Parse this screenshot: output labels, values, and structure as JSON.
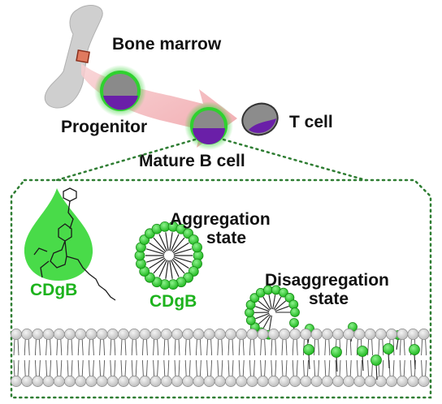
{
  "labels": {
    "bone_marrow": "Bone marrow",
    "progenitor": "Progenitor",
    "mature_b_cell": "Mature B cell",
    "t_cell": "T cell",
    "aggregation_line1": "Aggregation",
    "aggregation_line2": "state",
    "disaggregation_line1": "Disaggregation",
    "disaggregation_line2": "state",
    "cdgb_drop": "CDgB",
    "cdgb_micelle": "CDgB"
  },
  "colors": {
    "probe_green": "#2fd12f",
    "label_green": "#1db31d",
    "nucleus_purple": "#6a1fa8",
    "arrow_pink": "#f0a8ac",
    "bone_gray": "#c9c9c9",
    "lipid_gray": "#d6d6d6",
    "dotted_frame": "#2e7d32"
  },
  "icons": {
    "bone": "bone-icon",
    "progenitor_cell": "cell-icon",
    "b_cell": "cell-icon",
    "t_cell": "cell-icon",
    "droplet": "droplet-icon",
    "micelle": "micelle-icon",
    "membrane": "lipid-bilayer-icon"
  }
}
